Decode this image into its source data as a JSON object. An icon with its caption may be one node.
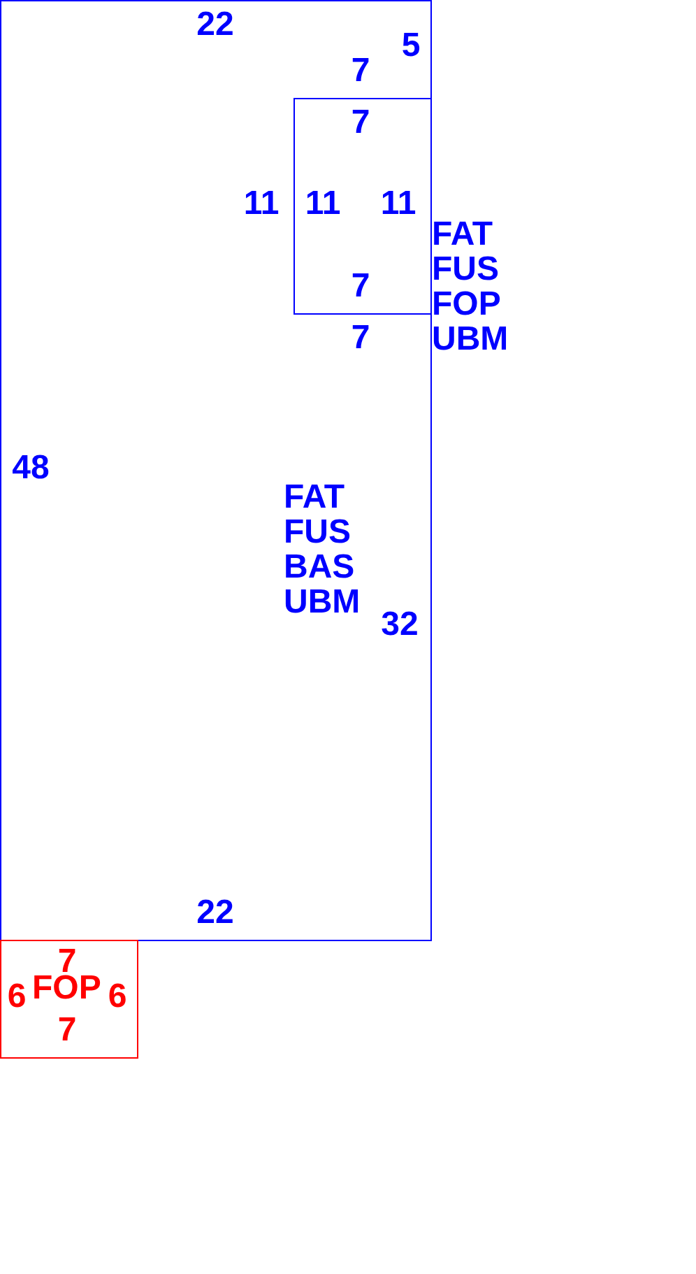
{
  "diagram": {
    "nodes": [
      {
        "text": [
          "FAT FUS BAS UBM"
        ]
      },
      {
        "text": [],
        "shape": "box",
        "in": 0,
        "beside": [
          "FAT FUS FOP UBM"
        ]
      },
      {
        "text": [
          "FOP"
        ]
      }
    ],
    "labels": [
      "22",
      "5",
      "7",
      "7",
      "11",
      "11",
      "11",
      "7",
      "7",
      "48",
      "32",
      "22",
      "7",
      "6",
      "6",
      "7"
    ]
  }
}
